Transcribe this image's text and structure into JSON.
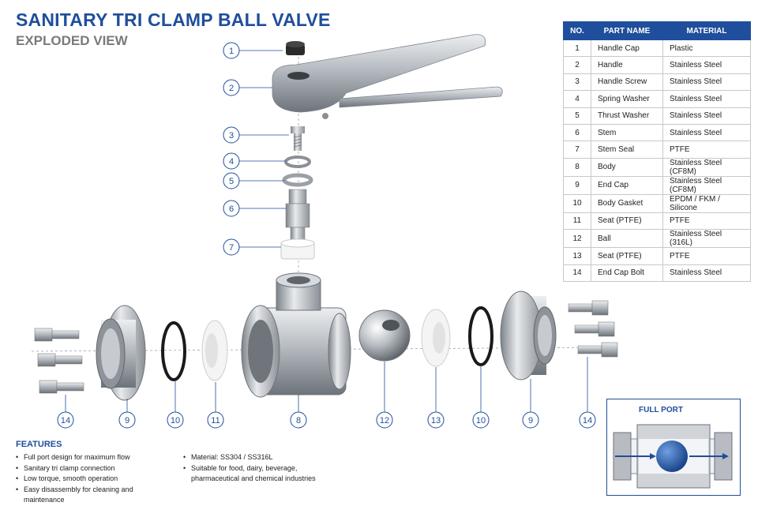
{
  "header": {
    "title": "SANITARY TRI CLAMP BALL VALVE",
    "subtitle": "EXPLODED VIEW"
  },
  "callouts": [
    "1",
    "2",
    "3",
    "4",
    "5",
    "6",
    "7",
    "14",
    "9",
    "10",
    "11",
    "8",
    "12",
    "13",
    "10",
    "9",
    "14"
  ],
  "parts_table": {
    "headers": [
      "NO.",
      "PART NAME",
      "MATERIAL"
    ],
    "rows": [
      [
        "1",
        "Handle Cap",
        "Plastic"
      ],
      [
        "2",
        "Handle",
        "Stainless Steel"
      ],
      [
        "3",
        "Handle Screw",
        "Stainless Steel"
      ],
      [
        "4",
        "Spring Washer",
        "Stainless Steel"
      ],
      [
        "5",
        "Thrust Washer",
        "Stainless Steel"
      ],
      [
        "6",
        "Stem",
        "Stainless Steel"
      ],
      [
        "7",
        "Stem Seal",
        "PTFE"
      ],
      [
        "8",
        "Body",
        "Stainless Steel (CF8M)"
      ],
      [
        "9",
        "End Cap",
        "Stainless Steel (CF8M)"
      ],
      [
        "10",
        "Body Gasket",
        "EPDM / FKM / Silicone"
      ],
      [
        "11",
        "Seat (PTFE)",
        "PTFE"
      ],
      [
        "12",
        "Ball",
        "Stainless Steel (316L)"
      ],
      [
        "13",
        "Seat (PTFE)",
        "PTFE"
      ],
      [
        "14",
        "End Cap Bolt",
        "Stainless Steel"
      ]
    ]
  },
  "features": {
    "title": "FEATURES",
    "col1": [
      "Full port design for maximum flow",
      "Sanitary tri clamp connection",
      "Low torque, smooth operation",
      "Easy disassembly for cleaning and maintenance"
    ],
    "col2": [
      "Material: SS304 / SS316L",
      "Suitable for food, dairy, beverage, pharmaceutical and chemical industries"
    ]
  },
  "full_port": {
    "title": "FULL PORT"
  },
  "colors": {
    "accent": "#1f4e9c",
    "ptfe": "#f4f4f4",
    "gasket": "#1a1a1a",
    "steel": "#b8bcc2"
  }
}
